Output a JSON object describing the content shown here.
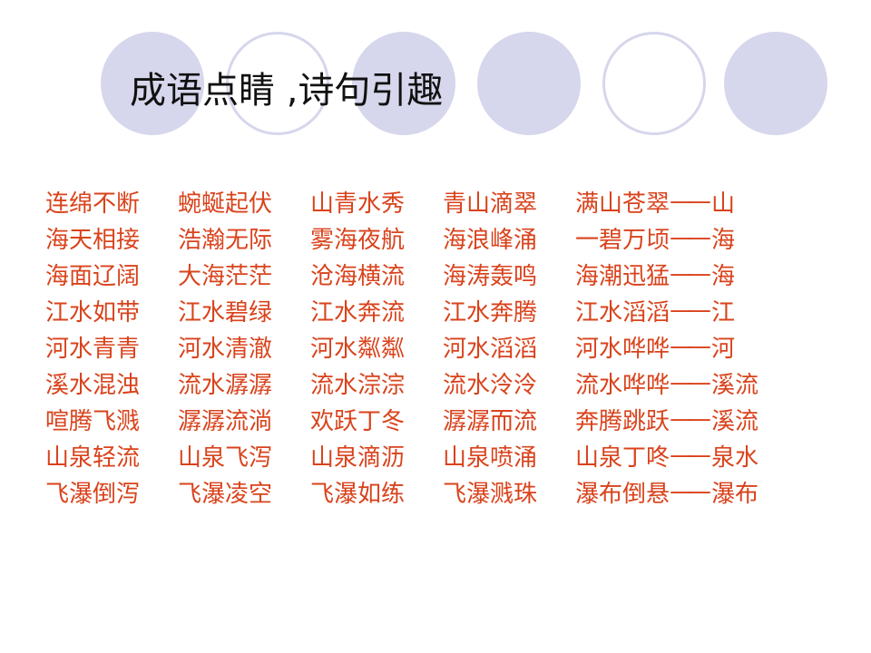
{
  "slide": {
    "title": "成语点睛 ,诗句引趣"
  },
  "colors": {
    "text_red": "#d9431c",
    "title_black": "#111111",
    "circle_lavender": "#d6d6ec"
  },
  "decorations": [
    "circle-filled",
    "circle-outline",
    "circle-filled",
    "circle-filled",
    "circle-outline",
    "circle-filled"
  ],
  "rows": [
    {
      "idioms": [
        "连绵不断",
        "蜿蜒起伏",
        "山青水秀",
        "青山滴翠",
        "满山苍翠"
      ],
      "dash": "——",
      "category": "山"
    },
    {
      "idioms": [
        "海天相接",
        "浩瀚无际",
        "雾海夜航",
        "海浪峰涌",
        "一碧万顷"
      ],
      "dash": "——",
      "category": "海"
    },
    {
      "idioms": [
        "海面辽阔",
        "大海茫茫",
        "沧海横流",
        "海涛轰鸣",
        "海潮迅猛"
      ],
      "dash": "——",
      "category": "海"
    },
    {
      "idioms": [
        "江水如带",
        "江水碧绿",
        "江水奔流",
        "江水奔腾",
        "江水滔滔"
      ],
      "dash": "——",
      "category": "江"
    },
    {
      "idioms": [
        "河水青青",
        "河水清澈",
        "河水粼粼",
        "河水滔滔",
        "河水哗哗"
      ],
      "dash": "——",
      "category": "河"
    },
    {
      "idioms": [
        "溪水混浊",
        "流水潺潺",
        "流水淙淙",
        "流水泠泠",
        "流水哗哗"
      ],
      "dash": "——",
      "category": "溪流"
    },
    {
      "idioms": [
        "喧腾飞溅",
        "潺潺流淌",
        "欢跃丁冬",
        "潺潺而流",
        "奔腾跳跃"
      ],
      "dash": "——",
      "category": "溪流"
    },
    {
      "idioms": [
        "山泉轻流",
        "山泉飞泻",
        "山泉滴沥",
        "山泉喷涌",
        "山泉丁咚"
      ],
      "dash": "——",
      "category": "泉水"
    },
    {
      "idioms": [
        "飞瀑倒泻",
        "飞瀑凌空",
        "飞瀑如练",
        "飞瀑溅珠",
        "瀑布倒悬"
      ],
      "dash": "——",
      "category": "瀑布"
    }
  ]
}
